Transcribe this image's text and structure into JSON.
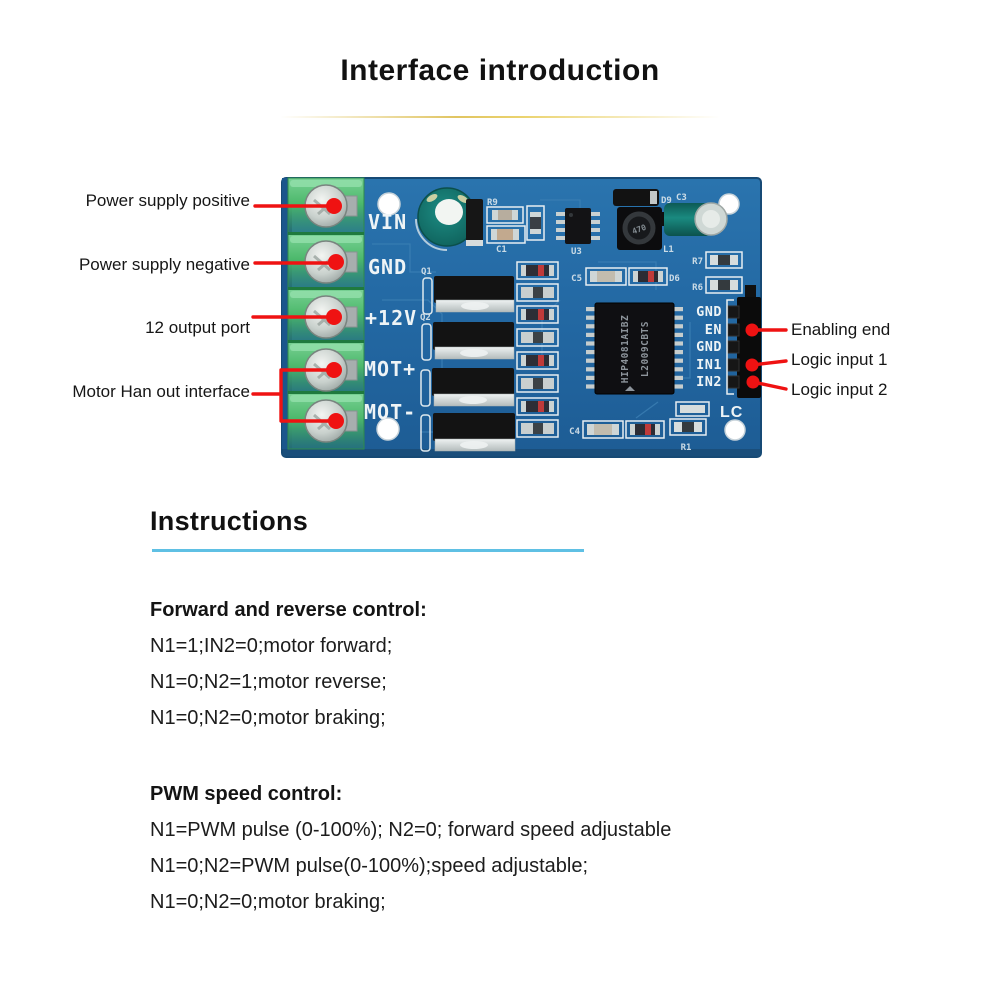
{
  "header": {
    "title": "Interface introduction"
  },
  "callouts": {
    "left": [
      {
        "label": "Power supply positive"
      },
      {
        "label": "Power supply negative"
      },
      {
        "label": "12 output port"
      },
      {
        "label": "Motor Han out interface"
      }
    ],
    "right": [
      {
        "label": "Enabling end"
      },
      {
        "label": "Logic input 1"
      },
      {
        "label": "Logic input 2"
      }
    ]
  },
  "board": {
    "terminal_labels": [
      "VIN",
      "GND",
      "+12V",
      "MOT+",
      "MOT-"
    ],
    "header_pins": [
      "GND",
      "EN",
      "GND",
      "IN1",
      "IN2"
    ],
    "ic": {
      "line1": "HIP4081AIBZ",
      "line2": "L2009CBTS"
    },
    "refs": {
      "q1": "Q1",
      "q2": "Q2",
      "r9": "R9",
      "c1": "C1",
      "u3": "U3",
      "d9": "D9",
      "l1": "L1",
      "c3": "C3",
      "r7": "R7",
      "r6": "R6",
      "c5": "C5",
      "d6": "D6",
      "c4": "C4",
      "r1": "R1",
      "inductor_value": "470",
      "logo": "LC"
    }
  },
  "instructions": {
    "heading": "Instructions",
    "sections": [
      {
        "heading": "Forward and reverse control:",
        "lines": [
          "N1=1;IN2=0;motor forward;",
          "N1=0;N2=1;motor reverse;",
          "N1=0;N2=0;motor braking;"
        ]
      },
      {
        "heading": "PWM speed control:",
        "lines": [
          "N1=PWM pulse (0-100%); N2=0; forward speed adjustable",
          "N1=0;N2=PWM pulse(0-100%);speed adjustable;",
          "N1=0;N2=0;motor braking;"
        ]
      }
    ]
  },
  "colors": {
    "callout_red": "#ef1212",
    "underline_blue": "#5fc0e4",
    "pcb_blue": "#2368a3",
    "terminal_green": "#4db96c"
  }
}
